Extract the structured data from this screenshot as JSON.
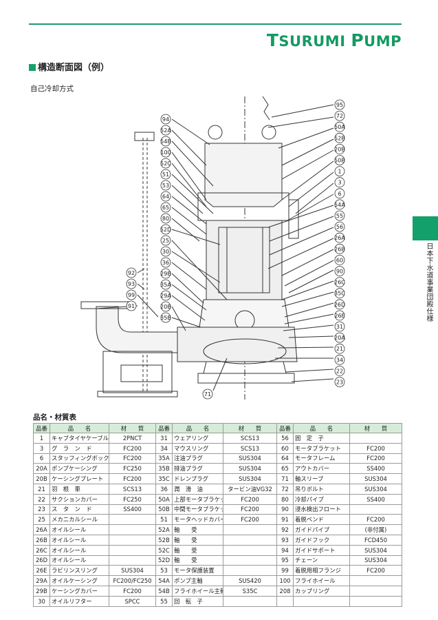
{
  "brand": {
    "t": "T",
    "sub": "SURUMI ",
    "p": "P",
    "ump": "UMP"
  },
  "section_title": "構造断面図（例）",
  "subtitle": "自己冷却方式",
  "side_tab_text": "日本下水道事業団殿仕様",
  "callouts_right": [
    "95",
    "72",
    "50A",
    "52B",
    "20B",
    "50B",
    "1",
    "3",
    "6",
    "54A",
    "55",
    "56",
    "26A",
    "26B",
    "60",
    "90",
    "26C",
    "35C",
    "26D",
    "26E",
    "31",
    "20A",
    "21",
    "34",
    "22",
    "23"
  ],
  "callouts_left": [
    "94",
    "52A",
    "54B",
    "100",
    "52C",
    "51",
    "53",
    "64",
    "65",
    "80",
    "52D",
    "25",
    "30",
    "36",
    "29B",
    "35A",
    "29A",
    "20B",
    "35B"
  ],
  "callouts_left2": [
    "92",
    "93",
    "99",
    "91"
  ],
  "callout_bottom": "71",
  "table_title": "品名・材質表",
  "table_headers": [
    "品番",
    "品　　名",
    "材　　質"
  ],
  "parts": [
    [
      {
        "no": "1",
        "name": "キャブタイヤケーブル",
        "mat": "2PNCT"
      },
      {
        "no": "31",
        "name": "ウェアリング",
        "mat": "SCS13"
      },
      {
        "no": "56",
        "name": "固　定　子",
        "mat": ""
      }
    ],
    [
      {
        "no": "3",
        "name": "グ　ラ　ン　ド",
        "mat": "FC200"
      },
      {
        "no": "34",
        "name": "マウスリング",
        "mat": "SCS13"
      },
      {
        "no": "60",
        "name": "モータブラケット",
        "mat": "FC200"
      }
    ],
    [
      {
        "no": "6",
        "name": "スタッフィングボックス",
        "mat": "FC200"
      },
      {
        "no": "35A",
        "name": "注油プラグ",
        "mat": "SUS304"
      },
      {
        "no": "64",
        "name": "モータフレーム",
        "mat": "FC200"
      }
    ],
    [
      {
        "no": "20A",
        "name": "ポンプケーシング",
        "mat": "FC250"
      },
      {
        "no": "35B",
        "name": "排油プラグ",
        "mat": "SUS304"
      },
      {
        "no": "65",
        "name": "アウトカバー",
        "mat": "SS400"
      }
    ],
    [
      {
        "no": "20B",
        "name": "ケーシングプレート",
        "mat": "FC200"
      },
      {
        "no": "35C",
        "name": "ドレンプラグ",
        "mat": "SUS304"
      },
      {
        "no": "71",
        "name": "軸スリーブ",
        "mat": "SUS304"
      }
    ],
    [
      {
        "no": "21",
        "name": "羽　根　車",
        "mat": "SCS13"
      },
      {
        "no": "36",
        "name": "潤　滑　油",
        "mat": "タービン油VG32"
      },
      {
        "no": "72",
        "name": "吊りボルト",
        "mat": "SUS304"
      }
    ],
    [
      {
        "no": "22",
        "name": "サクションカバー",
        "mat": "FC250"
      },
      {
        "no": "50A",
        "name": "上部モータブラケット",
        "mat": "FC200"
      },
      {
        "no": "80",
        "name": "冷却パイプ",
        "mat": "SS400"
      }
    ],
    [
      {
        "no": "23",
        "name": "ス　タ　ン　ド",
        "mat": "SS400"
      },
      {
        "no": "50B",
        "name": "中間モータブラケット",
        "mat": "FC200"
      },
      {
        "no": "90",
        "name": "浸水検出フロート",
        "mat": ""
      }
    ],
    [
      {
        "no": "25",
        "name": "メカニカルシール",
        "mat": ""
      },
      {
        "no": "51",
        "name": "モータヘッドカバー",
        "mat": "FC200"
      },
      {
        "no": "91",
        "name": "着脱ベンド",
        "mat": "FC200"
      }
    ],
    [
      {
        "no": "26A",
        "name": "オイルシール",
        "mat": ""
      },
      {
        "no": "52A",
        "name": "軸　　受",
        "mat": ""
      },
      {
        "no": "92",
        "name": "ガイドパイプ",
        "mat": "(非付属)"
      }
    ],
    [
      {
        "no": "26B",
        "name": "オイルシール",
        "mat": ""
      },
      {
        "no": "52B",
        "name": "軸　　受",
        "mat": ""
      },
      {
        "no": "93",
        "name": "ガイドフック",
        "mat": "FCD450"
      }
    ],
    [
      {
        "no": "26C",
        "name": "オイルシール",
        "mat": ""
      },
      {
        "no": "52C",
        "name": "軸　　受",
        "mat": ""
      },
      {
        "no": "94",
        "name": "ガイドサポート",
        "mat": "SUS304"
      }
    ],
    [
      {
        "no": "26D",
        "name": "オイルシール",
        "mat": ""
      },
      {
        "no": "52D",
        "name": "軸　　受",
        "mat": ""
      },
      {
        "no": "95",
        "name": "チェーン",
        "mat": "SUS304"
      }
    ],
    [
      {
        "no": "26E",
        "name": "ラビリンスリング",
        "mat": "SUS304"
      },
      {
        "no": "53",
        "name": "モータ保護装置",
        "mat": ""
      },
      {
        "no": "99",
        "name": "着脱用相フランジ",
        "mat": "FC200"
      }
    ],
    [
      {
        "no": "29A",
        "name": "オイルケーシング",
        "mat": "FC200/FC250"
      },
      {
        "no": "54A",
        "name": "ポンプ主軸",
        "mat": "SUS420"
      },
      {
        "no": "100",
        "name": "フライホイール",
        "mat": ""
      }
    ],
    [
      {
        "no": "29B",
        "name": "ケーシングカバー",
        "mat": "FC200"
      },
      {
        "no": "54B",
        "name": "フライホイール主軸",
        "mat": "S35C"
      },
      {
        "no": "208",
        "name": "カップリング",
        "mat": ""
      }
    ],
    [
      {
        "no": "30",
        "name": "オイルリフター",
        "mat": "SPCC"
      },
      {
        "no": "55",
        "name": "回　転　子",
        "mat": ""
      },
      {
        "no": "",
        "name": "",
        "mat": ""
      }
    ]
  ]
}
